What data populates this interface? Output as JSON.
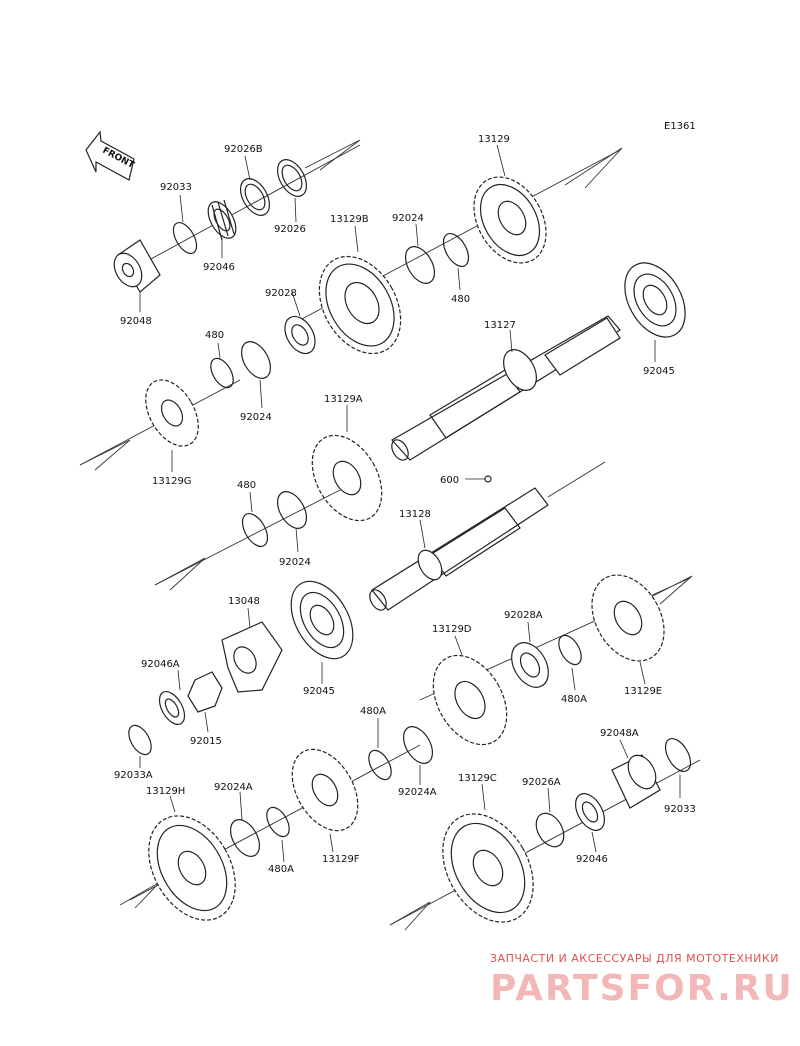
{
  "diagram_code": "E1361",
  "front_label": "FRONT",
  "parts": [
    {
      "id": "p1",
      "label": "92026B"
    },
    {
      "id": "p2",
      "label": "92033"
    },
    {
      "id": "p3",
      "label": "92026"
    },
    {
      "id": "p4",
      "label": "92046"
    },
    {
      "id": "p5",
      "label": "92048"
    },
    {
      "id": "p6",
      "label": "13129B"
    },
    {
      "id": "p7",
      "label": "92024"
    },
    {
      "id": "p8",
      "label": "13129"
    },
    {
      "id": "p9",
      "label": "480"
    },
    {
      "id": "p10",
      "label": "92028"
    },
    {
      "id": "p11",
      "label": "480"
    },
    {
      "id": "p12",
      "label": "13127"
    },
    {
      "id": "p13",
      "label": "92024"
    },
    {
      "id": "p14",
      "label": "92045"
    },
    {
      "id": "p15",
      "label": "13129A"
    },
    {
      "id": "p16",
      "label": "13129G"
    },
    {
      "id": "p17",
      "label": "600"
    },
    {
      "id": "p18",
      "label": "480"
    },
    {
      "id": "p19",
      "label": "13128"
    },
    {
      "id": "p20",
      "label": "92024"
    },
    {
      "id": "p21",
      "label": "13048"
    },
    {
      "id": "p22",
      "label": "92028A"
    },
    {
      "id": "p23",
      "label": "13129D"
    },
    {
      "id": "p24",
      "label": "92046A"
    },
    {
      "id": "p25",
      "label": "480A"
    },
    {
      "id": "p26",
      "label": "13129E"
    },
    {
      "id": "p27",
      "label": "92015"
    },
    {
      "id": "p28",
      "label": "92045"
    },
    {
      "id": "p29",
      "label": "480A"
    },
    {
      "id": "p30",
      "label": "92048A"
    },
    {
      "id": "p31",
      "label": "92033A"
    },
    {
      "id": "p32",
      "label": "92024A"
    },
    {
      "id": "p33",
      "label": "13129H"
    },
    {
      "id": "p34",
      "label": "92024A"
    },
    {
      "id": "p35",
      "label": "13129C"
    },
    {
      "id": "p36",
      "label": "92026A"
    },
    {
      "id": "p37",
      "label": "92033"
    },
    {
      "id": "p38",
      "label": "480A"
    },
    {
      "id": "p39",
      "label": "13129F"
    },
    {
      "id": "p40",
      "label": "92046"
    }
  ],
  "watermark": {
    "tagline": "ЗАПЧАСТИ И АКСЕССУАРЫ ДЛЯ МОТОТЕХНИКИ",
    "brand": "PARTSFOR.RU"
  }
}
